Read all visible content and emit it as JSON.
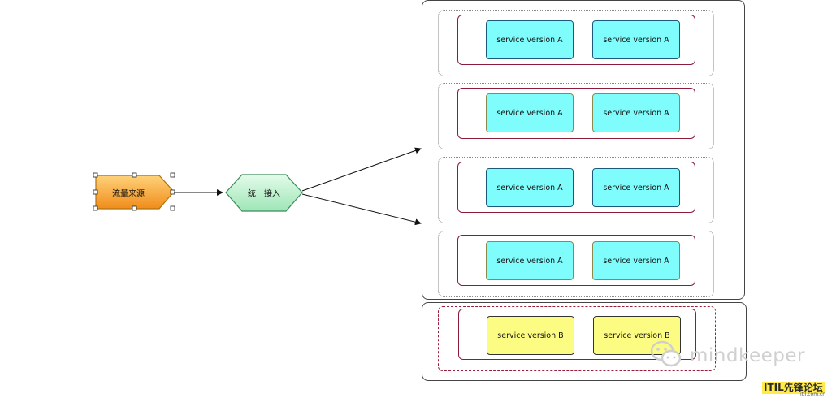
{
  "nodes": {
    "source": {
      "label": "流量来源"
    },
    "gateway": {
      "label": "统一接入"
    }
  },
  "clusters_a": [
    {
      "services": [
        "service version A",
        "service version A"
      ]
    },
    {
      "services": [
        "service version A",
        "service version A"
      ]
    },
    {
      "services": [
        "service version A",
        "service version A"
      ]
    },
    {
      "services": [
        "service version A",
        "service version A"
      ]
    }
  ],
  "cluster_b": {
    "services": [
      "service version B",
      "service version B"
    ]
  },
  "watermark": {
    "text": "mindkeeper"
  },
  "forum": {
    "name": "ITIL先锋论坛",
    "url": "itil.com.cn"
  },
  "colors": {
    "service_a_fill": "#7ffcfc",
    "service_b_fill": "#fcfc82",
    "source_fill": "#f7a43a",
    "gateway_fill": "#b9f0cc",
    "cluster_border": "#8c1d3a"
  }
}
